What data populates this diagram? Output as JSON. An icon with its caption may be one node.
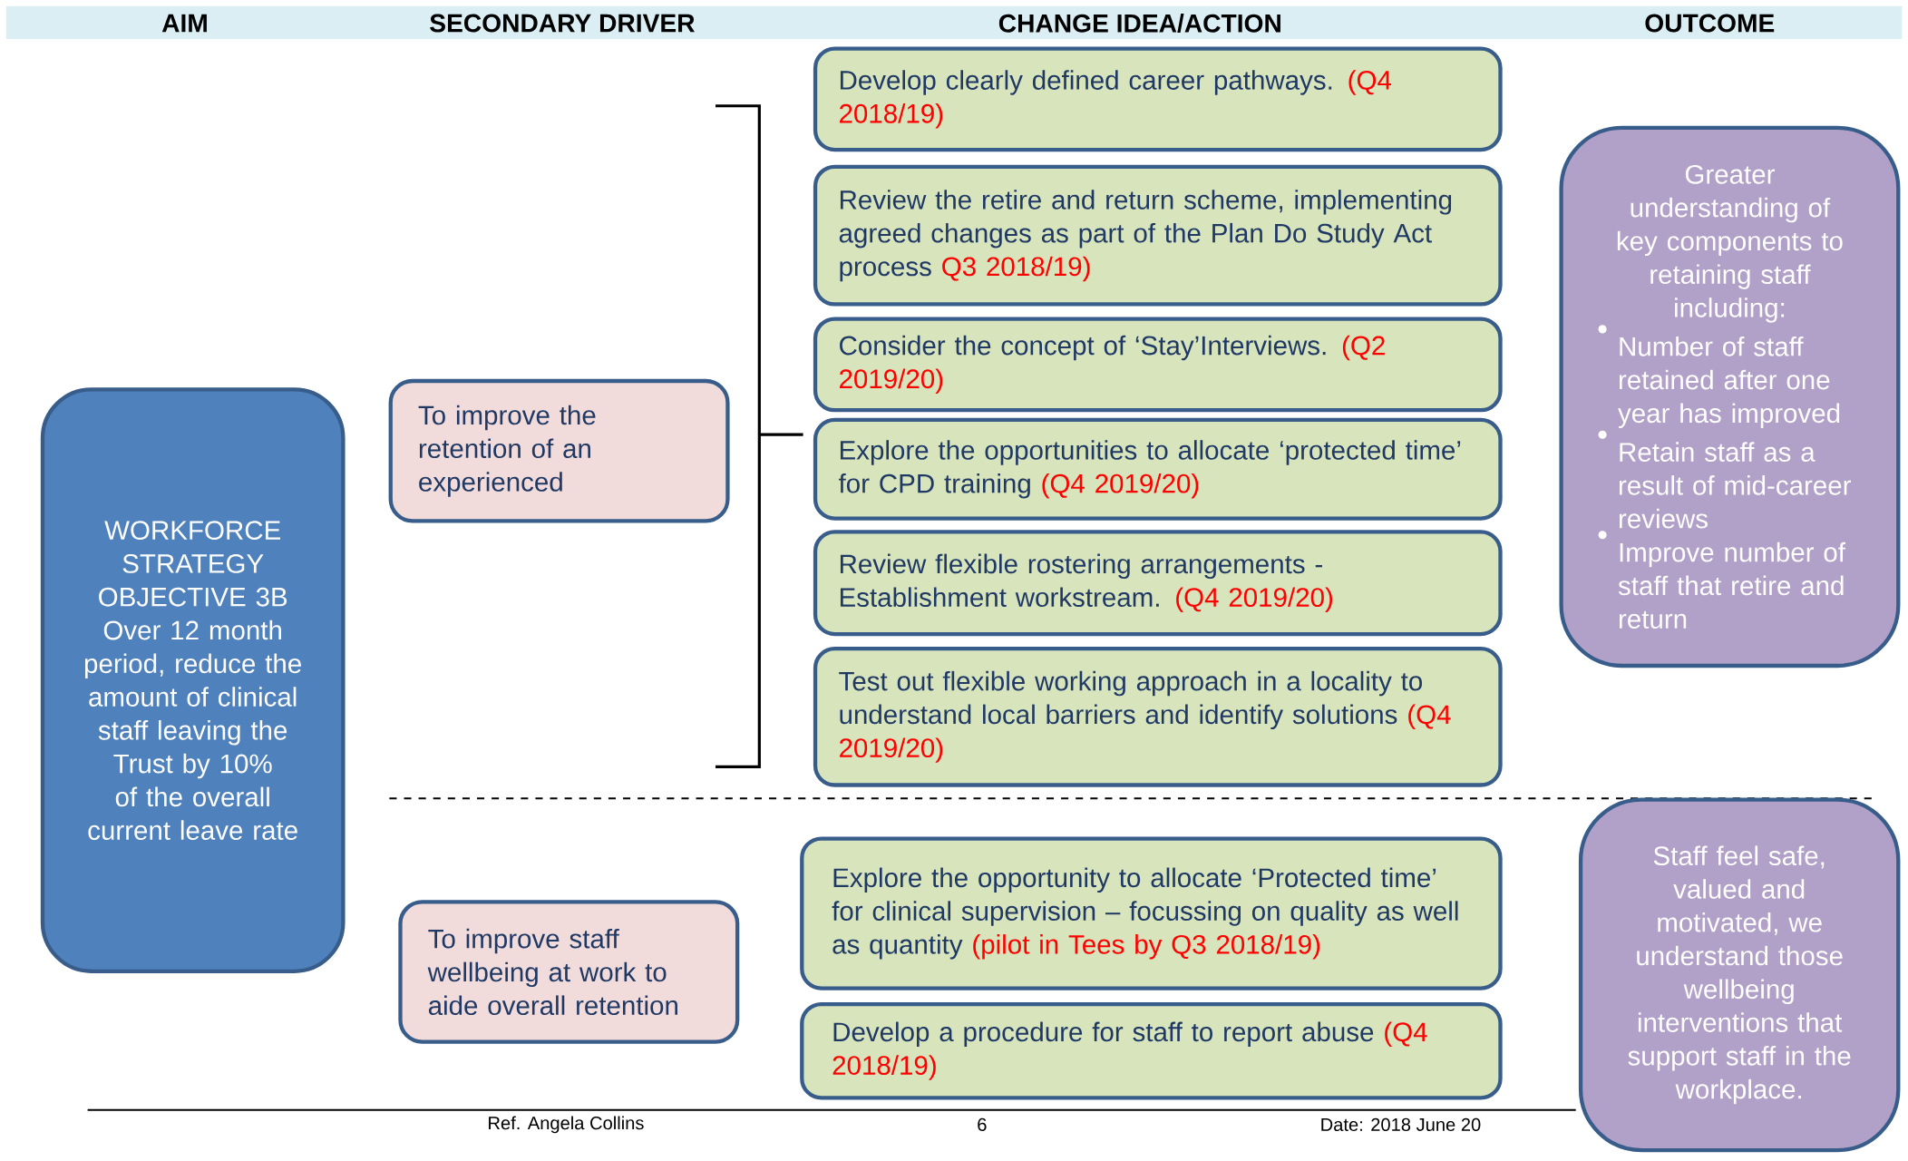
{
  "diagram": {
    "nodes": [
      {
        "text": [
          "WORKFORCE STRATEGY OBJECTIVE 3B",
          "Over 12 month period, reduce the amount of clinical staff leaving the Trust by 10% of the overall current leave rate"
        ]
      },
      {
        "text": [
          "To improve the retention of an experienced"
        ]
      },
      {
        "text": [
          "Develop clearly defined career pathways.",
          "(Q4 2018/19)"
        ]
      },
      {
        "text": [
          "Review the retire and return scheme, implementing agreed changes as part of the Plan Do Study Act process",
          "Q3 2018/19)"
        ]
      },
      {
        "text": [
          "Consider the concept of ‘Stay’Interviews.",
          "(Q2 2019/20)"
        ]
      },
      {
        "text": [
          "Explore the opportunities to allocate ‘protected time’ for CPD training",
          "(Q4 2019/20)"
        ]
      },
      {
        "text": [
          "Review flexible rostering arrangements - Establishment workstream.",
          "(Q4 2019/20)"
        ]
      },
      {
        "text": [
          "Test out flexible working approach in a locality to understand local barriers and identify solutions",
          "(Q4 2019/20)"
        ]
      },
      {
        "text": [
          "Greater understanding of key components to retaining staff including:",
          "Number of staff retained after one year has improved",
          "Retain staff as a result of mid-career reviews",
          "Improve number of staff that retire and return"
        ]
      },
      {
        "text": [
          "To improve staff wellbeing at work to aide overall retention"
        ]
      },
      {
        "text": [
          "Explore the opportunity to allocate ‘Protected time’ for clinical supervision – focussing on quality as well as quantity",
          "(pilot in Tees by Q3 2018/19)"
        ]
      },
      {
        "text": [
          "Develop a procedure for staff to report abuse",
          "(Q4 2018/19)"
        ]
      },
      {
        "text": [
          "Staff feel safe, valued and motivated, we understand those wellbeing interventions that support staff in the workplace."
        ]
      }
    ],
    "labels": [
      "AIM",
      "SECONDARY DRIVER",
      "CHANGE IDEA/ACTION",
      "OUTCOME",
      "Ref.  Angela Collins",
      "6",
      "Date: 2018 June 20"
    ]
  }
}
